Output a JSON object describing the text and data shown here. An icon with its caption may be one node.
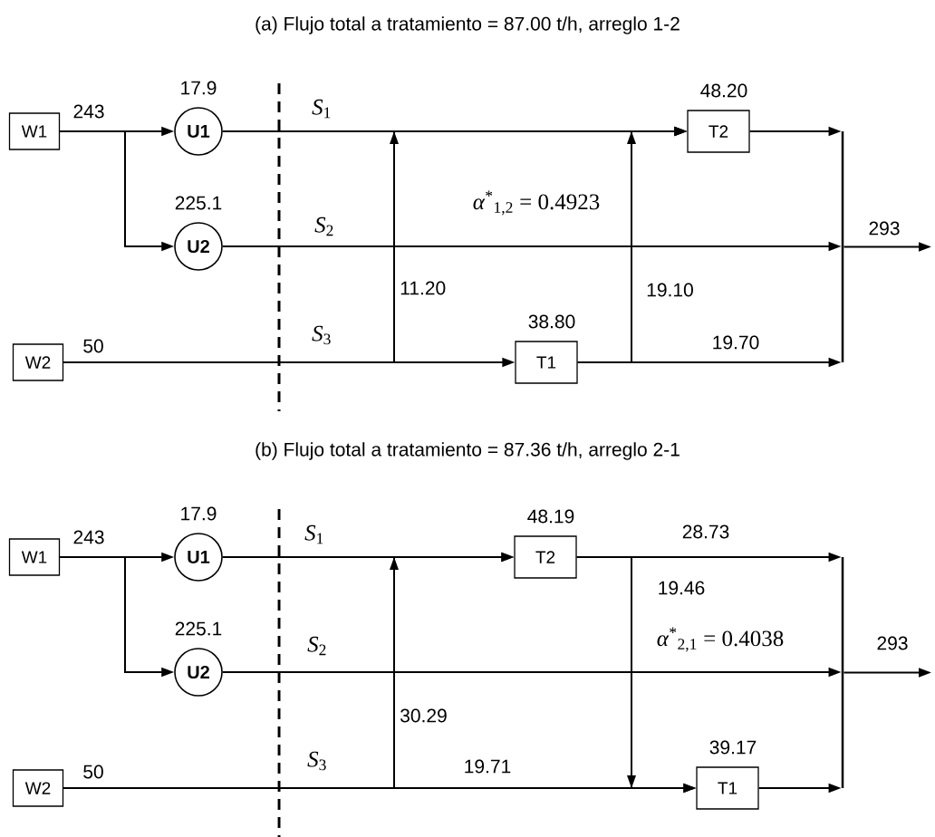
{
  "diagram": {
    "nodes": [
      {
        "text": [
          "W1"
        ]
      },
      {
        "text": [
          "U1"
        ],
        "beside": [
          "17.9"
        ]
      },
      {
        "text": [
          "U2"
        ],
        "beside": [
          "225.1"
        ]
      },
      {
        "text": [
          "W2"
        ]
      },
      {
        "text": [
          "T2"
        ],
        "beside": [
          "48.20"
        ]
      },
      {
        "text": [
          "T1"
        ],
        "beside": [
          "38.80"
        ]
      },
      {
        "text": [],
        "shape": "bar"
      },
      {
        "text": [
          "W1"
        ]
      },
      {
        "text": [
          "U1"
        ],
        "beside": [
          "17.9"
        ]
      },
      {
        "text": [
          "U2"
        ],
        "beside": [
          "225.1"
        ]
      },
      {
        "text": [
          "W2"
        ]
      },
      {
        "text": [
          "T2"
        ],
        "beside": [
          "48.19"
        ]
      },
      {
        "text": [
          "T1"
        ],
        "beside": [
          "39.17"
        ]
      },
      {
        "text": [],
        "shape": "bar"
      }
    ],
    "edges": [
      {
        "from": 0,
        "to": 1,
        "arrow": "to"
      },
      {
        "from": 0,
        "to": 2,
        "arrow": "to"
      },
      {
        "from": 1,
        "to": 4,
        "arrow": "to"
      },
      {
        "from": 2,
        "to": 6,
        "arrow": "to"
      },
      {
        "from": 3,
        "to": 5,
        "arrow": "to"
      },
      {
        "from": 3,
        "to": 4,
        "arrow": "to",
        "label": "11.20"
      },
      {
        "from": 5,
        "to": 4,
        "arrow": "to",
        "label": "19.10"
      },
      {
        "from": 5,
        "to": 6,
        "arrow": "to",
        "label": "19.70"
      },
      {
        "from": 4,
        "to": 6,
        "arrow": "to"
      },
      {
        "from": 6,
        "to": null,
        "arrow": "to",
        "label": "293"
      },
      {
        "from": 7,
        "to": 8,
        "arrow": "to"
      },
      {
        "from": 7,
        "to": 9,
        "arrow": "to"
      },
      {
        "from": 8,
        "to": 11,
        "arrow": "to"
      },
      {
        "from": 9,
        "to": 13,
        "arrow": "to"
      },
      {
        "from": 10,
        "to": 11,
        "arrow": "to",
        "label": "30.29"
      },
      {
        "from": 10,
        "to": 12,
        "arrow": "to",
        "label": "19.71"
      },
      {
        "from": 11,
        "to": 12,
        "arrow": "to",
        "label": "19.46"
      },
      {
        "from": 11,
        "to": 13,
        "arrow": "to",
        "label": "28.73"
      },
      {
        "from": 12,
        "to": 13,
        "arrow": "to"
      },
      {
        "from": 13,
        "to": null,
        "arrow": "to",
        "label": "293"
      }
    ],
    "labels": [
      "(a) Flujo total a tratamiento = 87.00 t/h, arreglo 1-2",
      "243",
      "*S*$_{1}$",
      "*S*$_{2}$",
      "*α*$^{*}$$_{1,2}$ = 0.4923",
      "*S*$_{3}$",
      "50",
      "(b) Flujo total a tratamiento = 87.36 t/h, arreglo 2-1",
      "243",
      "*S*$_{1}$",
      "*S*$_{2}$",
      "*α*$^{*}$$_{2,1}$ = 0.4038",
      "*S*$_{3}$",
      "50"
    ]
  }
}
